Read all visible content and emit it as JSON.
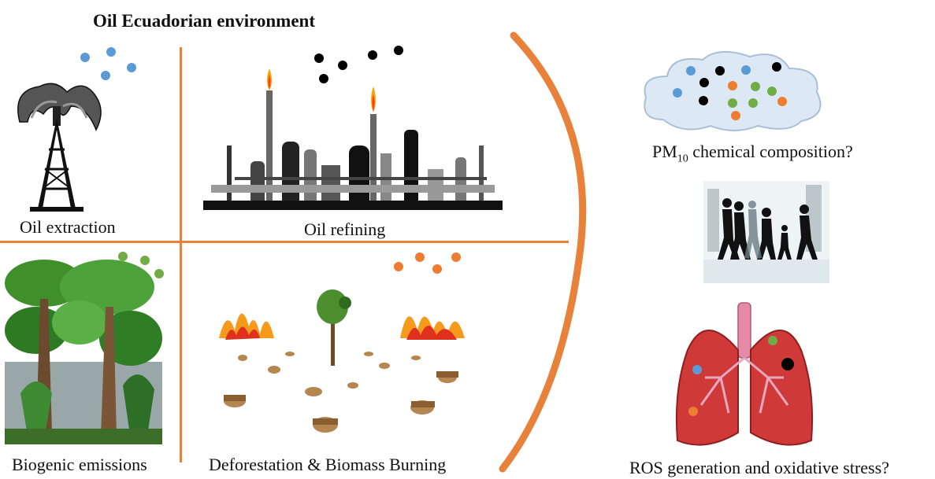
{
  "title": "Oil Ecuadorian environment",
  "quadrants": {
    "oil_extraction": "Oil extraction",
    "oil_refining": "Oil refining",
    "biogenic": "Biogenic emissions",
    "deforestation": "Deforestation & Biomass Burning"
  },
  "right": {
    "pm_prefix": "PM",
    "pm_sub": "10",
    "pm_suffix": " chemical composition?",
    "ros": "ROS generation and oxidative stress?"
  },
  "colors": {
    "accent": "#e8823a",
    "particle_blue": "#5b9bd5",
    "particle_black": "#000000",
    "particle_green": "#70ad47",
    "particle_orange": "#ed7d31",
    "cloud": "#dde8f5"
  }
}
